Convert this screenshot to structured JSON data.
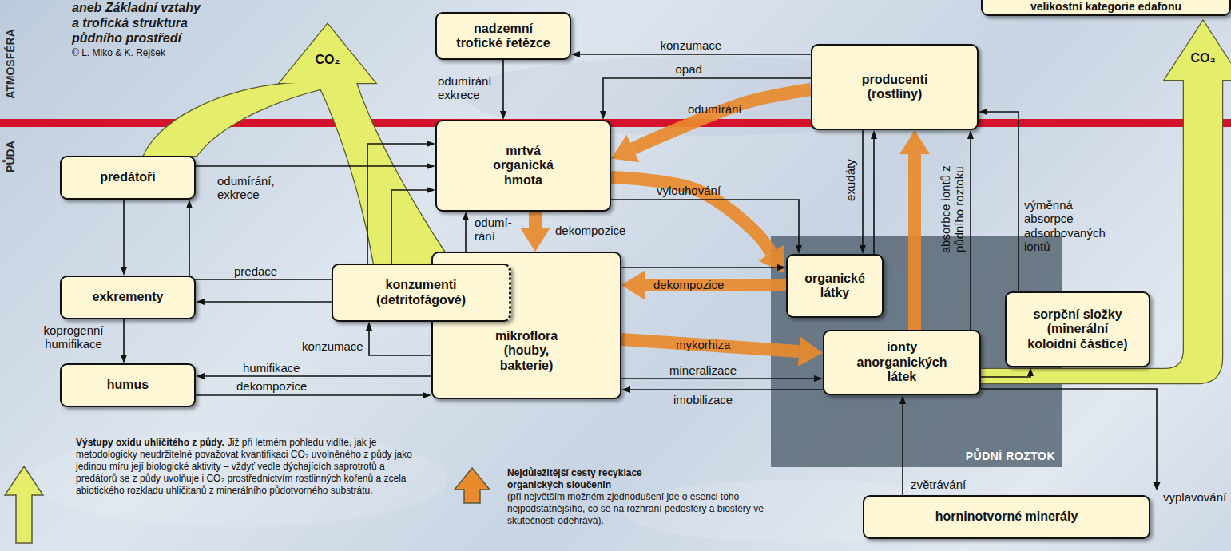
{
  "diagram": {
    "title": "aneb Základní vztahy a trofická struktura půdního prostředí",
    "nodes": [
      {
        "text": [
          "nadzemní trofické řetězce"
        ]
      },
      {
        "text": [
          "velikostní kategorie edafonu"
        ]
      },
      {
        "text": [
          "producenti (rostliny)"
        ]
      },
      {
        "text": [
          "mrtvá organická hmota"
        ]
      },
      {
        "text": [
          "predátoři"
        ]
      },
      {
        "text": [
          "PŮDNÍ ROZTOK"
        ]
      },
      {
        "text": [
          "organické látky"
        ],
        "in": 5
      },
      {
        "text": [
          "konzumenti (detritofágové)"
        ]
      },
      {
        "text": [
          "exkrementy"
        ]
      },
      {
        "text": [
          "sorpční složky (minerální koloidní částice)"
        ]
      },
      {
        "text": [
          "mikroflora (houby, bakterie)"
        ]
      },
      {
        "text": [
          "ionty anorganických látek"
        ],
        "in": 5
      },
      {
        "text": [
          "humus"
        ]
      },
      {
        "text": [
          "horninotvorné minerály"
        ]
      }
    ],
    "edges": [
      {
        "from": 2,
        "to": 0,
        "label": "konzumace",
        "arrow": "to"
      },
      {
        "from": 2,
        "to": 3,
        "label": "opad",
        "arrow": "to"
      },
      {
        "from": 0,
        "to": 3,
        "label": "odumírání exkrece",
        "arrow": "to"
      },
      {
        "from": 2,
        "to": 3,
        "label": "odumírání",
        "arrow": "to"
      },
      {
        "from": 4,
        "to": 3,
        "label": "odumírání, exkrece",
        "arrow": "to"
      },
      {
        "from": 7,
        "to": 3,
        "arrow": "to"
      },
      {
        "from": 7,
        "to": 3,
        "arrow": "to"
      },
      {
        "from": 10,
        "to": 3,
        "label": "odumí- rání",
        "arrow": "to"
      },
      {
        "from": 3,
        "to": 10,
        "label": "dekompozice",
        "arrow": "to"
      },
      {
        "from": 3,
        "to": 6,
        "label": "vylouhování",
        "arrow": "to"
      },
      {
        "from": 3,
        "to": 6,
        "arrow": "to"
      },
      {
        "from": 7,
        "to": 4,
        "label": "predace",
        "arrow": "to"
      },
      {
        "from": 4,
        "to": 8,
        "arrow": "to"
      },
      {
        "from": 7,
        "to": 8,
        "arrow": "to"
      },
      {
        "from": 8,
        "to": 12,
        "label": "koprogenní humifikace",
        "arrow": "to"
      },
      {
        "from": 10,
        "to": 7,
        "label": "konzumace",
        "arrow": "to"
      },
      {
        "from": 10,
        "to": 12,
        "label": "humifikace",
        "arrow": "to"
      },
      {
        "from": 12,
        "to": 10,
        "label": "dekompozice",
        "arrow": "to"
      },
      {
        "from": 10,
        "to": 6,
        "arrow": "to"
      },
      {
        "from": 6,
        "to": 10,
        "label": "dekompozice",
        "arrow": "to"
      },
      {
        "from": 10,
        "to": 11,
        "label": "mykorhiza",
        "arrow": "to"
      },
      {
        "from": 10,
        "to": 11,
        "label": "mineralizace",
        "arrow": "to"
      },
      {
        "from": 11,
        "to": 10,
        "label": "imobilizace",
        "arrow": "to"
      },
      {
        "from": 2,
        "to": 6,
        "label": "exudáty",
        "arrow": "to"
      },
      {
        "from": 6,
        "to": 2,
        "arrow": "to"
      },
      {
        "from": 11,
        "to": 2,
        "arrow": "to"
      },
      {
        "from": 11,
        "to": 2,
        "label": "absorbce iontů z půdního roztoku",
        "arrow": "to"
      },
      {
        "from": 9,
        "to": 2,
        "label": "výměnná absorpce adsorbovaných iontů",
        "arrow": "to"
      },
      {
        "from": 11,
        "to": 9,
        "arrow": "to"
      },
      {
        "from": 13,
        "to": 11,
        "label": "zvětrávání",
        "arrow": "to"
      }
    ],
    "labels": [
      "© L. Miko & K. Rejšek",
      "ATMOSFÉRA",
      "PŮDA",
      "CO₂",
      "CO₂",
      "vyplavování",
      "Již při letmém pohledu vidíte, jak je metodologicky neudržitelné považovat kvantifikaci CO₂ uvolněného z půdy jako jedinou míru její biologické aktivity – vždyť vedle dýchajících saprotrofů a predátorů se z půdy uvolňuje i CO₂ prostřednictvím rostlinných kořenů a zcela abiotického rozkladu uhličitanů z minerálního půdotvorného substrátu.",
      "(při největším možném zjednodušení jde o esenci toho nejpodstatnějšího, co se na rozhraní pedosféry a biosféry ve skutečnosti odehrává)."
    ],
    "legend": [
      {
        "text": "Výstupy oxidu uhličitého z půdy.",
        "color": "#e4ee6a"
      },
      {
        "text": "Nejdůležitější cesty recyklace organických sloučenin",
        "color": "#e98a2c"
      }
    ]
  }
}
